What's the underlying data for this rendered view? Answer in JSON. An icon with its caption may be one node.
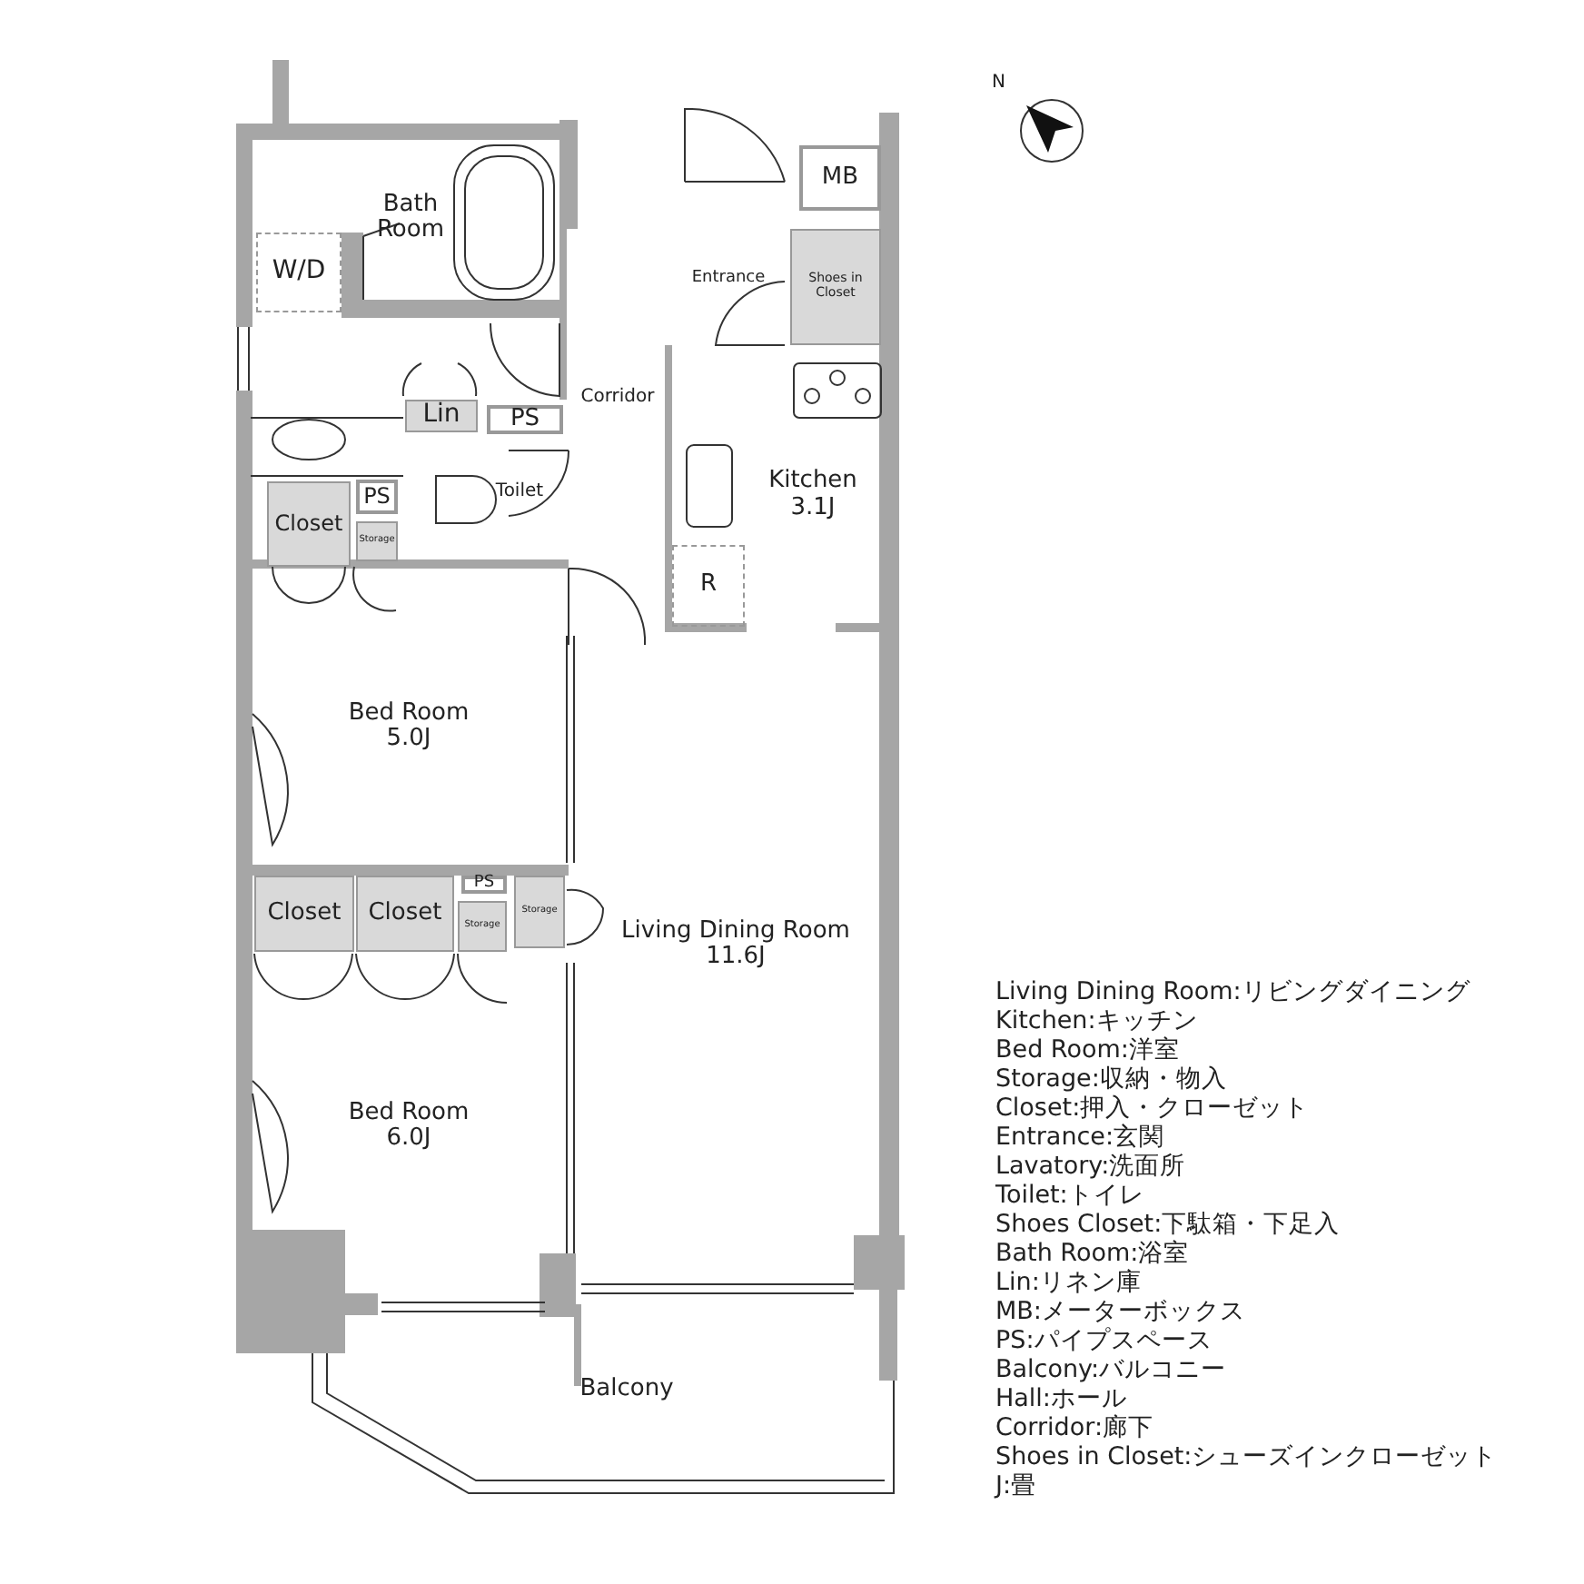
{
  "diagram": {
    "nodes": [
      {
        "text": [
          "Bath Room"
        ]
      },
      {
        "text": [
          "W/D"
        ]
      },
      {
        "text": [
          "Entrance"
        ]
      },
      {
        "text": [
          "MB"
        ]
      },
      {
        "text": [
          "Shoes in Closet"
        ]
      },
      {
        "text": [
          "Corridor"
        ]
      },
      {
        "text": [
          "Lin"
        ]
      },
      {
        "text": [
          "PS"
        ]
      },
      {
        "text": [
          "Toilet"
        ]
      },
      {
        "text": [
          "Kitchen",
          "3.1J"
        ]
      },
      {
        "text": [
          "R"
        ]
      },
      {
        "text": [
          "PS"
        ]
      },
      {
        "text": [
          "Closet"
        ]
      },
      {
        "text": [
          "Storage"
        ]
      },
      {
        "text": [
          "Bed Room",
          "5.0J"
        ]
      },
      {
        "text": [
          "Closet"
        ]
      },
      {
        "text": [
          "Closet"
        ]
      },
      {
        "text": [
          "PS"
        ]
      },
      {
        "text": [
          "Storage"
        ]
      },
      {
        "text": [
          "Storage"
        ]
      },
      {
        "text": [
          "Living Dining Room",
          "11.6J"
        ]
      },
      {
        "text": [
          "Bed Room",
          "6.0J"
        ]
      },
      {
        "text": [
          "Balcony"
        ]
      }
    ],
    "labels": [
      "N",
      "Living Dining Room:リビングダイニング",
      "Kitchen:キッチン",
      "Bed Room:洋室",
      "Storage:収納・物入",
      "Closet:押入・クローゼット",
      "Entrance:玄関",
      "Lavatory:洗面所",
      "Toilet:トイレ",
      "Shoes Closet:下駄箱・下足入",
      "Bath Room:浴室",
      "Lin:リネン庫",
      "MB:メーターボックス",
      "PS:パイプスペース",
      "Balcony:バルコニー",
      "Hall:ホール",
      "Corridor:廊下",
      "Shoes in Closet:シューズインクローゼット",
      "J:畳"
    ]
  }
}
